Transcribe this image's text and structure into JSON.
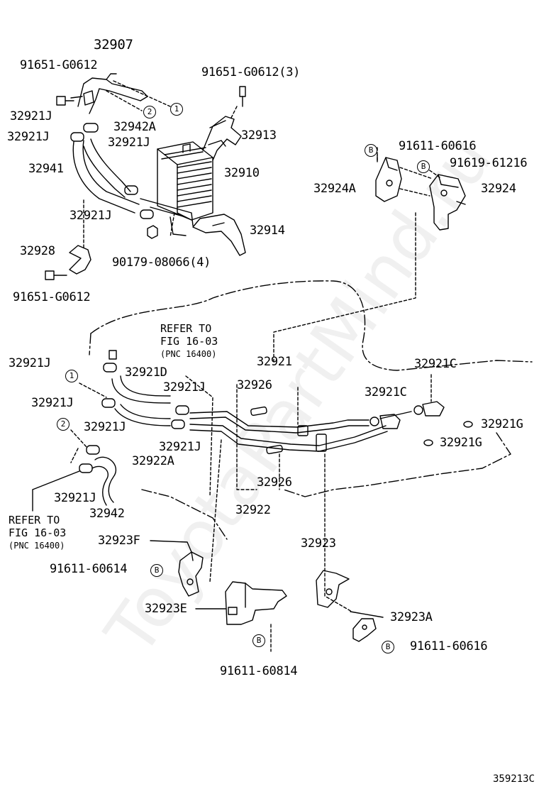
{
  "watermark": "ToyotaPartMind.ru",
  "diagram_code": "359213C",
  "refer_note_1": {
    "line1": "REFER TO",
    "line2": "FIG 16-03",
    "line3": "(PNC 16400)"
  },
  "refer_note_2": {
    "line1": "REFER TO",
    "line2": "FIG 16-03",
    "line3": "(PNC 16400)"
  },
  "circle_labels": {
    "one": "1",
    "two": "2",
    "b": "B"
  },
  "part_labels": {
    "p32907": "32907",
    "p91651_top": "91651-G0612",
    "p91651_3": "91651-G0612(3)",
    "p32921J_a": "32921J",
    "p32921J_b": "32921J",
    "p32942A": "32942A",
    "p32921J_c": "32921J",
    "p32913": "32913",
    "p32941": "32941",
    "p32910": "32910",
    "p91611_60616_top": "91611-60616",
    "p91619_61216": "91619-61216",
    "p32924A": "32924A",
    "p32924": "32924",
    "p32921J_d": "32921J",
    "p32914": "32914",
    "p32928": "32928",
    "p90179": "90179-08066(4)",
    "p91651_bottom": "91651-G0612",
    "p32921J_e": "32921J",
    "p32921D": "32921D",
    "p32921": "32921",
    "p32921C_a": "32921C",
    "p32921J_f": "32921J",
    "p32926_a": "32926",
    "p32921C_b": "32921C",
    "p32921J_g": "32921J",
    "p32921G_a": "32921G",
    "p32921J_h": "32921J",
    "p32921J_i": "32921J",
    "p32921G_b": "32921G",
    "p32922A": "32922A",
    "p32926_b": "32926",
    "p32921J_j": "32921J",
    "p32922": "32922",
    "p32942": "32942",
    "p32923F": "32923F",
    "p32923": "32923",
    "p91611_60614": "91611-60614",
    "p32923E": "32923E",
    "p32923A": "32923A",
    "p91611_60616_bottom": "91611-60616",
    "p91611_60814": "91611-60814"
  }
}
